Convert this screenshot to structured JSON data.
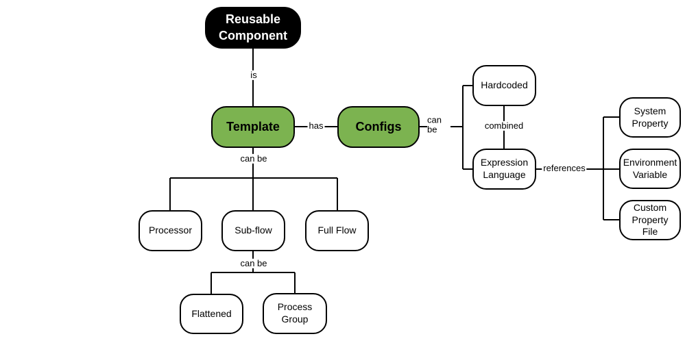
{
  "diagram": {
    "nodes": {
      "reusable_component": {
        "label": "Reusable Component",
        "style": "black"
      },
      "template": {
        "label": "Template",
        "style": "green"
      },
      "configs": {
        "label": "Configs",
        "style": "green"
      },
      "hardcoded": {
        "label": "Hardcoded",
        "style": "white"
      },
      "expression_language": {
        "label": "Expression Language",
        "style": "white"
      },
      "system_property": {
        "label": "System Property",
        "style": "white"
      },
      "environment_variable": {
        "label": "Environment Variable",
        "style": "white"
      },
      "custom_property_file": {
        "label": "Custom Property File",
        "style": "white"
      },
      "processor": {
        "label": "Processor",
        "style": "white"
      },
      "sub_flow": {
        "label": "Sub-flow",
        "style": "white"
      },
      "full_flow": {
        "label": "Full Flow",
        "style": "white"
      },
      "flattened": {
        "label": "Flattened",
        "style": "white"
      },
      "process_group": {
        "label": "Process Group",
        "style": "white"
      }
    },
    "edge_labels": {
      "is": "is",
      "has": "has",
      "template_can_be": "can be",
      "configs_can_be": "can be",
      "combined": "combined",
      "references": "references",
      "sub_flow_can_be": "can be"
    },
    "colors": {
      "green_fill": "#7CB350",
      "black_fill": "#000000",
      "white_fill": "#FFFFFF",
      "border": "#000000",
      "background": "#FFFFFF"
    }
  }
}
